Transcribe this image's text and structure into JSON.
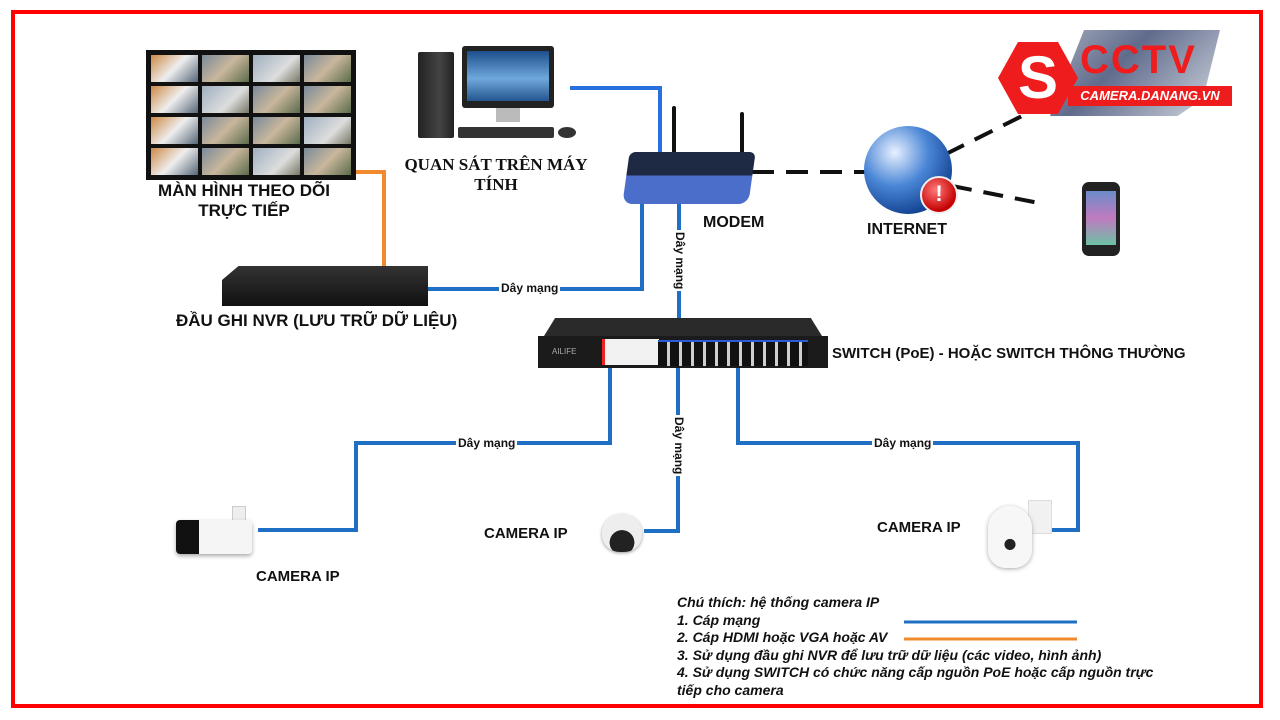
{
  "logo": {
    "brand": "CCTV",
    "subtitle": "CAMERA.DANANG.VN",
    "letter": "S",
    "colors": {
      "primary": "#ee1c1c",
      "text": "#ffffff"
    }
  },
  "colors": {
    "frame": "#ff0000",
    "network_cable": "#1f6fc4",
    "hdmi_cable": "#f08a2c",
    "internet_link": "#111111"
  },
  "nodes": {
    "monitor_wall": {
      "label_line1": "MÀN HÌNH THEO DÕI",
      "label_line2": "TRỰC TIẾP"
    },
    "computer": {
      "label_line1": "QUAN SÁT TRÊN MÁY",
      "label_line2": "TÍNH"
    },
    "modem": {
      "label": "MODEM"
    },
    "internet": {
      "label": "INTERNET",
      "alert_glyph": "!"
    },
    "phone": {
      "icon": "smartphone-icon"
    },
    "nvr": {
      "label": "ĐẦU GHI NVR (LƯU TRỮ DỮ LIỆU)"
    },
    "switch": {
      "label": "SWITCH (PoE)  - HOẶC SWITCH THÔNG THƯỜNG",
      "brand": "AILIFE"
    },
    "camera_bullet": {
      "label": "CAMERA IP"
    },
    "camera_dome": {
      "label": "CAMERA IP"
    },
    "camera_ptz": {
      "label": "CAMERA IP"
    }
  },
  "cables": {
    "nvr_modem": "Dây mạng",
    "modem_switch": "Dây mạng",
    "switch_bullet": "Dây mạng",
    "switch_dome": "Dây mạng",
    "switch_ptz": "Dây mạng"
  },
  "legend": {
    "title": "Chú thích: hệ thống camera IP",
    "items": [
      {
        "text": "1. Cáp mạng",
        "swatch": "#1f6fc4"
      },
      {
        "text": "2. Cáp HDMI hoặc VGA hoặc AV",
        "swatch": "#f08a2c"
      },
      {
        "text": "3. Sử dụng đầu ghi NVR để lưu trữ dữ liệu (các video, hình ảnh)"
      },
      {
        "text": "4. Sử dụng SWITCH có chức năng cấp nguồn PoE hoặc cấp nguồn trực"
      },
      {
        "text": "tiếp cho camera"
      }
    ]
  }
}
